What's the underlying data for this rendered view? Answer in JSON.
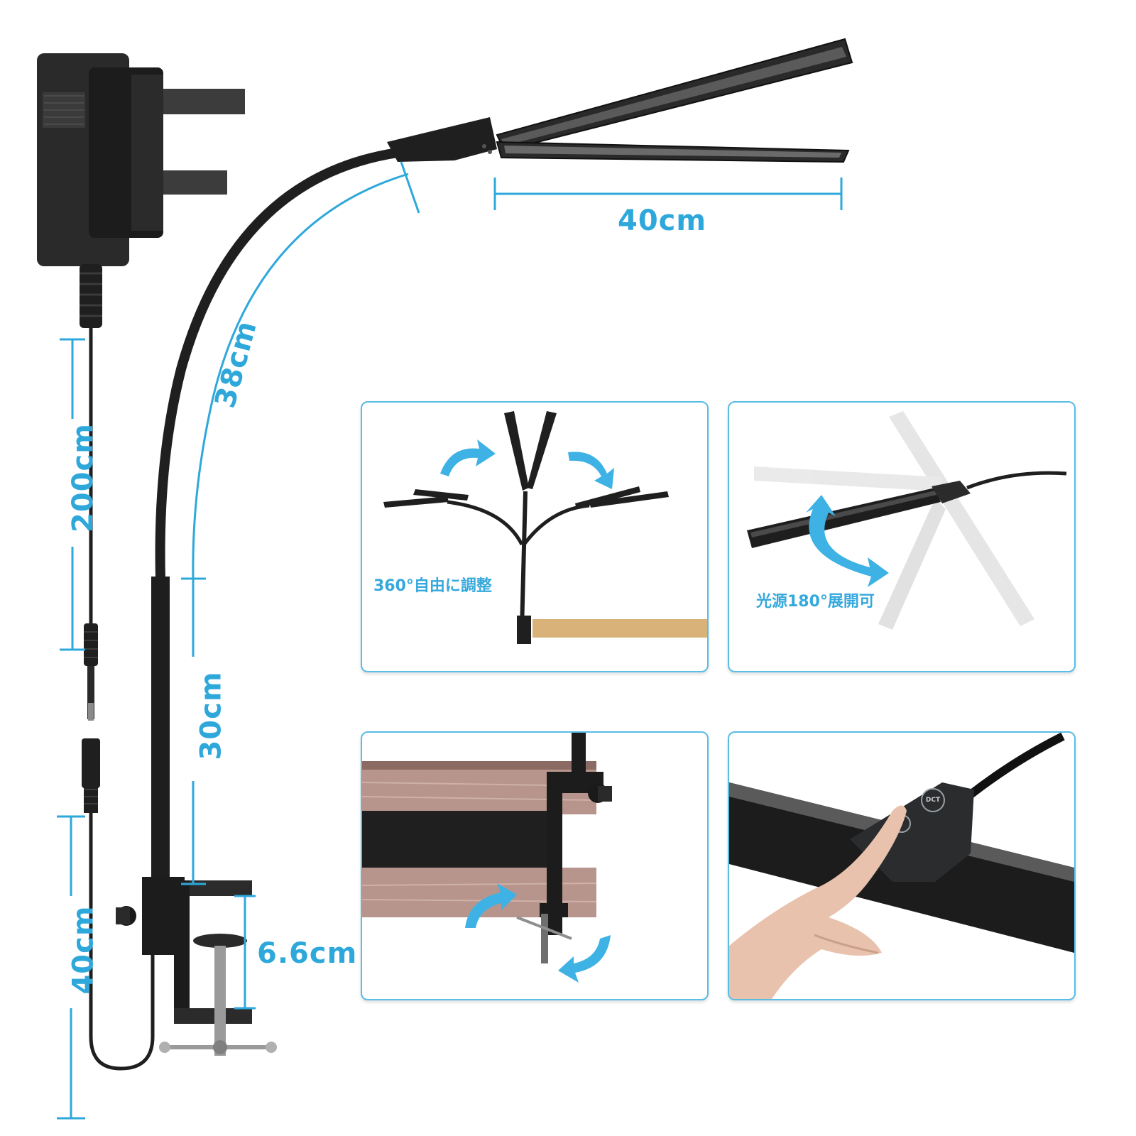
{
  "dimensions": {
    "arm_width": "40cm",
    "gooseneck_length": "38cm",
    "cable_length": "200cm",
    "pole_length": "30cm",
    "extension_cable": "40cm",
    "clamp_opening": "6.6cm"
  },
  "panels": {
    "rotation": {
      "caption": "360°自由に調整"
    },
    "fold": {
      "caption": "光源180°展開可"
    },
    "clamp": {
      "caption": ""
    },
    "touch": {
      "keys": [
        "DCT"
      ]
    }
  },
  "colors": {
    "accent": "#2ea8db",
    "product": "#1e1e1e",
    "panel_border": "#59bde6",
    "wood": "#d9b27a"
  },
  "icons": [
    "uk-plug-adapter",
    "lamp-head",
    "gooseneck",
    "desk-clamp",
    "rotation-arrow",
    "power-icon",
    "finger"
  ]
}
